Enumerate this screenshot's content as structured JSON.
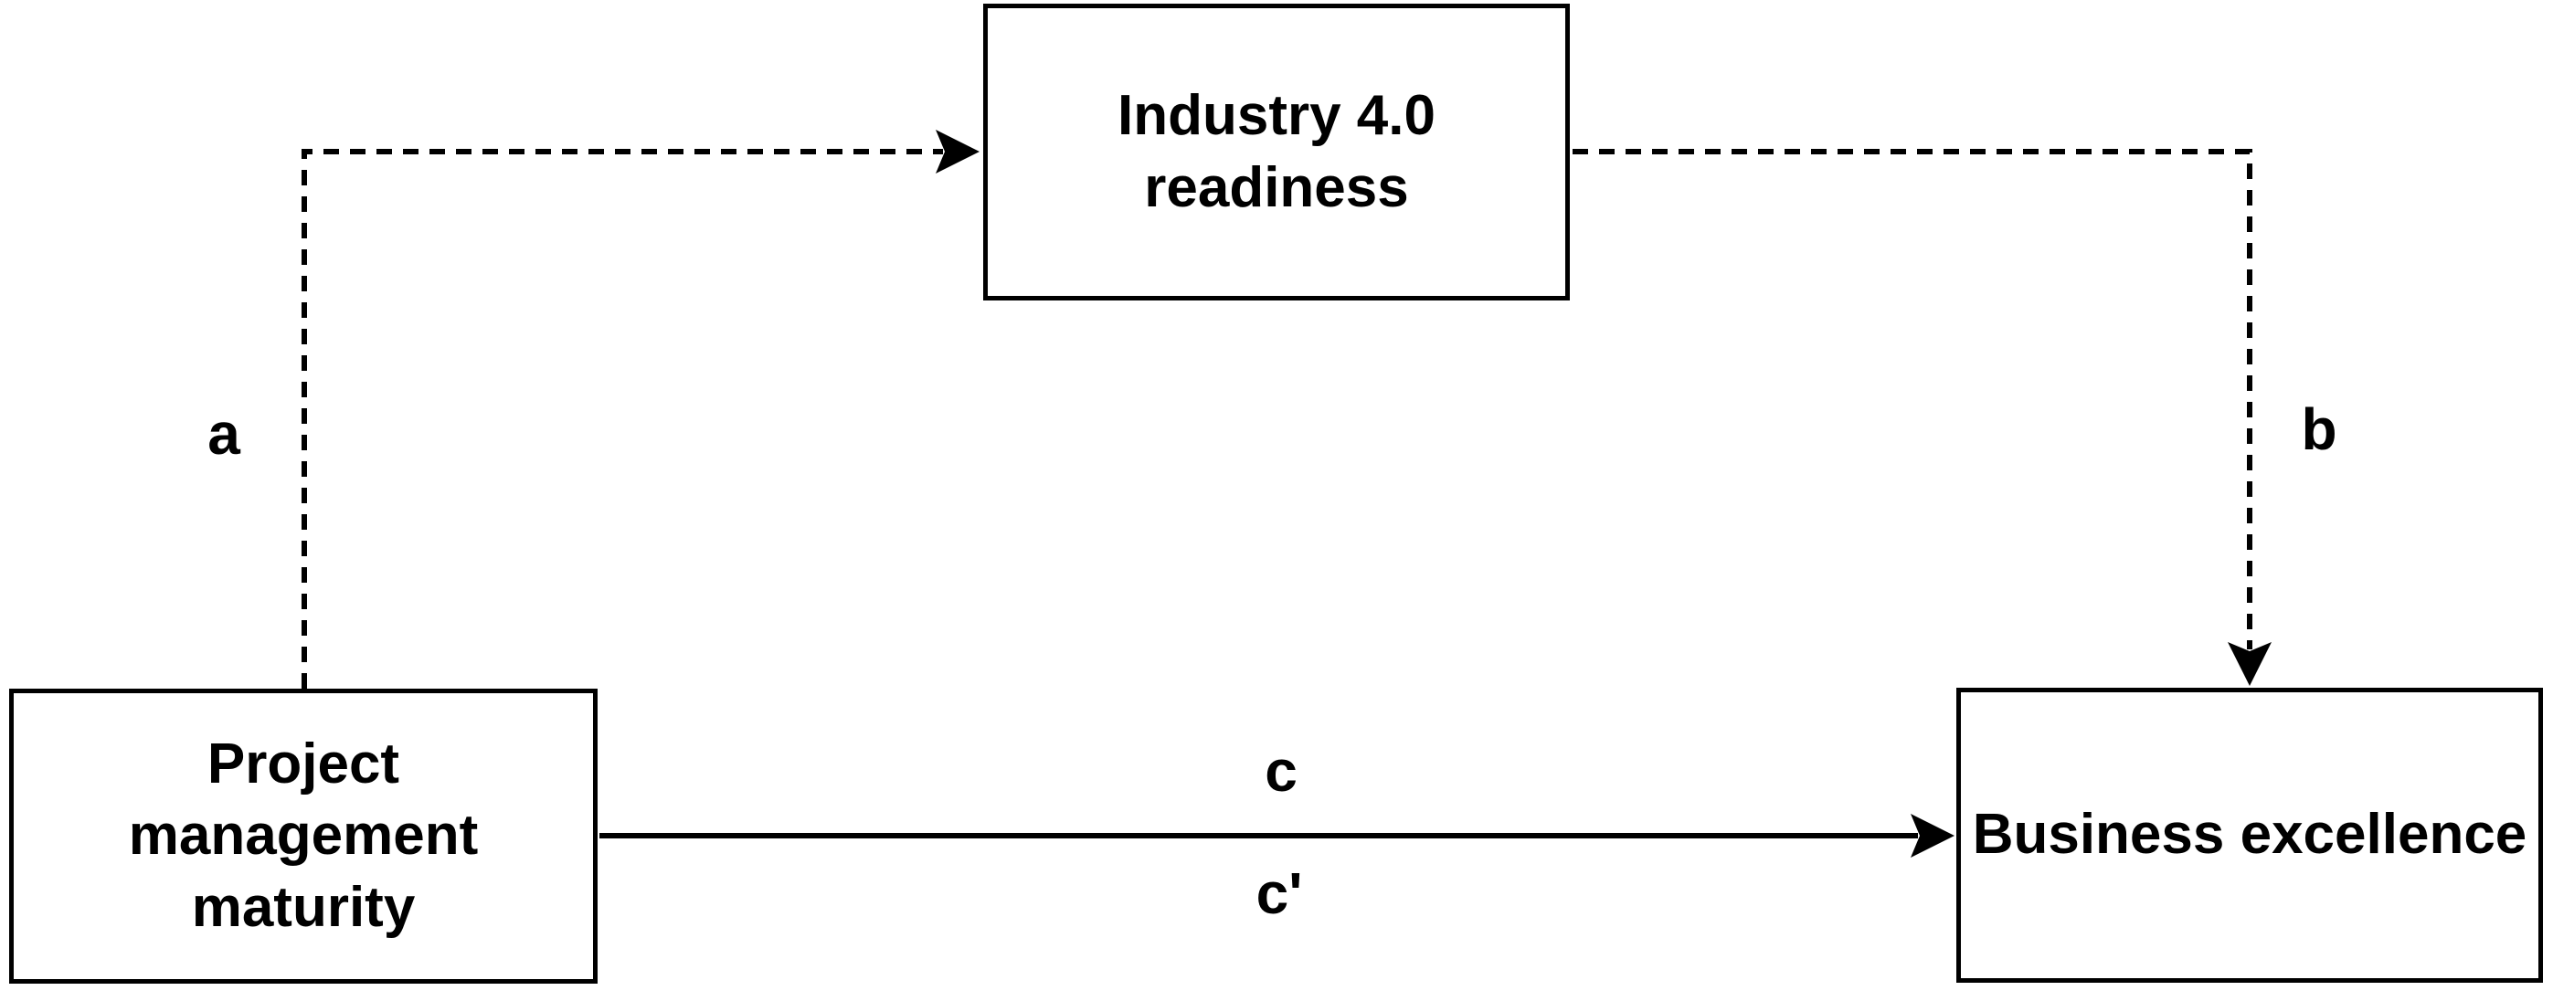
{
  "diagram": {
    "background_color": "#ffffff",
    "line_color": "#000000",
    "text_color": "#000000",
    "nodes": [
      {
        "id": "project-management-maturity",
        "label": "Project\nmanagement\nmaturity"
      },
      {
        "id": "industry-4-0-readiness",
        "label": "Industry 4.0\nreadiness"
      },
      {
        "id": "business-excellence",
        "label": "Business excellence"
      }
    ],
    "edges": [
      {
        "id": "a",
        "from": "project-management-maturity",
        "to": "industry-4-0-readiness",
        "style": "dashed",
        "label": "a"
      },
      {
        "id": "b",
        "from": "industry-4-0-readiness",
        "to": "business-excellence",
        "style": "dashed",
        "label": "b"
      },
      {
        "id": "c",
        "from": "project-management-maturity",
        "to": "business-excellence",
        "style": "solid",
        "labels": [
          "c",
          "c'"
        ]
      }
    ]
  }
}
